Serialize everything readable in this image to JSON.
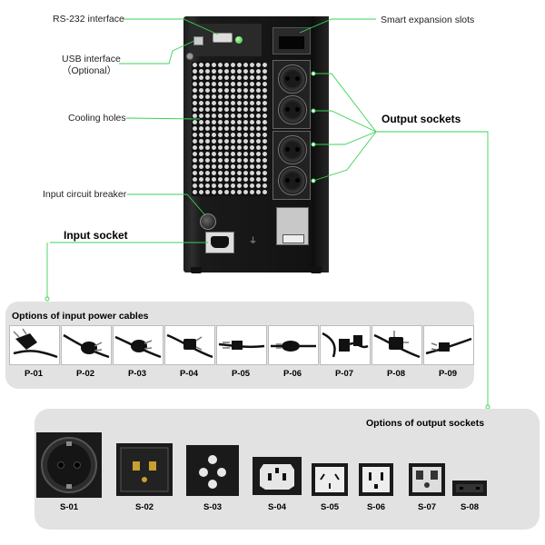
{
  "callouts": {
    "rs232": "RS-232 interface",
    "usb_line1": "USB interface",
    "usb_line2": "（Optional）",
    "cooling": "Cooling holes",
    "breaker": "Input circuit breaker",
    "input_socket": "Input socket",
    "expansion": "Smart expansion slots",
    "output_sockets": "Output sockets"
  },
  "input_cables": {
    "title": "Options of input power cables",
    "items": [
      "P-01",
      "P-02",
      "P-03",
      "P-04",
      "P-05",
      "P-06",
      "P-07",
      "P-08",
      "P-09"
    ]
  },
  "output_sockets": {
    "title": "Options of output sockets",
    "items": [
      "S-01",
      "S-02",
      "S-03",
      "S-04",
      "S-05",
      "S-06",
      "S-07",
      "S-08"
    ]
  },
  "colors": {
    "leader_line": "#39d353",
    "panel_bg": "#e2e2e2",
    "unit_body": "#1a1a1a"
  }
}
